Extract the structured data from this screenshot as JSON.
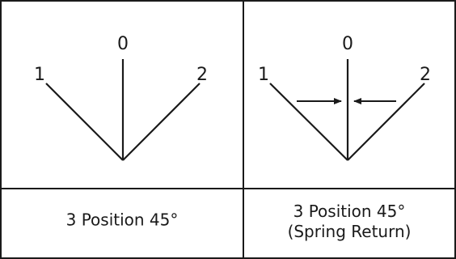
{
  "cells": [
    {
      "positions": [
        "1",
        "0",
        "2"
      ],
      "spring_return": false,
      "caption_line1": "3 Position 45°",
      "caption_line2": ""
    },
    {
      "positions": [
        "1",
        "0",
        "2"
      ],
      "spring_return": true,
      "caption_line1": "3 Position 45°",
      "caption_line2": "(Spring Return)"
    }
  ],
  "colors": {
    "line": "#1a1a1a",
    "background": "#ffffff"
  }
}
